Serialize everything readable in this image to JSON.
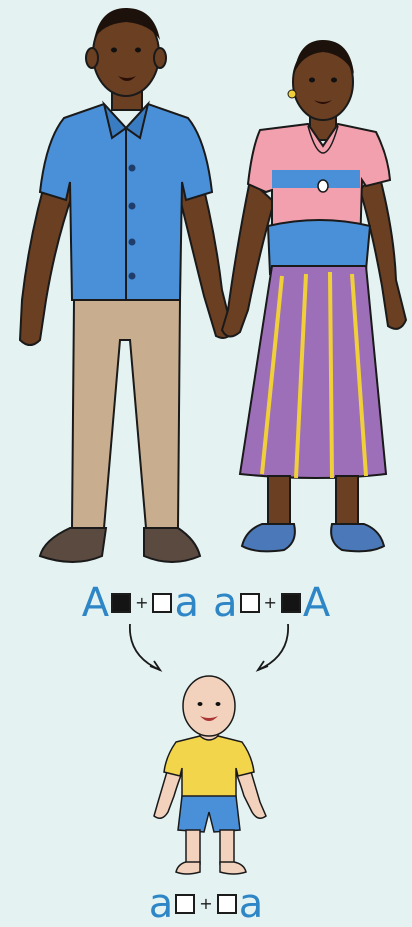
{
  "parents": {
    "father": {
      "genotype": [
        {
          "type": "letter",
          "text": "A"
        },
        {
          "type": "box",
          "fill": "filled"
        },
        {
          "type": "plus",
          "text": "+"
        },
        {
          "type": "box",
          "fill": "empty"
        },
        {
          "type": "letter",
          "text": "a"
        }
      ]
    },
    "mother": {
      "genotype": [
        {
          "type": "letter",
          "text": "a"
        },
        {
          "type": "box",
          "fill": "empty"
        },
        {
          "type": "plus",
          "text": "+"
        },
        {
          "type": "box",
          "fill": "filled"
        },
        {
          "type": "letter",
          "text": "A"
        }
      ]
    }
  },
  "child": {
    "genotype": [
      {
        "type": "letter",
        "text": "a"
      },
      {
        "type": "box",
        "fill": "empty"
      },
      {
        "type": "plus",
        "text": "+"
      },
      {
        "type": "box",
        "fill": "empty"
      },
      {
        "type": "letter",
        "text": "a"
      }
    ]
  },
  "colors": {
    "background": "#e4f3f2",
    "allele_letter": "#2f86c6",
    "father_shirt": "#4a90d9",
    "father_trousers": "#c8ad8f",
    "mother_top": "#f2a0ad",
    "mother_skirt": "#9d6fb8",
    "skirt_stripes": "#f0d03a",
    "child_shirt": "#f3d54b",
    "child_shorts": "#4a90d9",
    "skin_adult": "#6b3f22",
    "skin_child": "#f2d2bd"
  }
}
